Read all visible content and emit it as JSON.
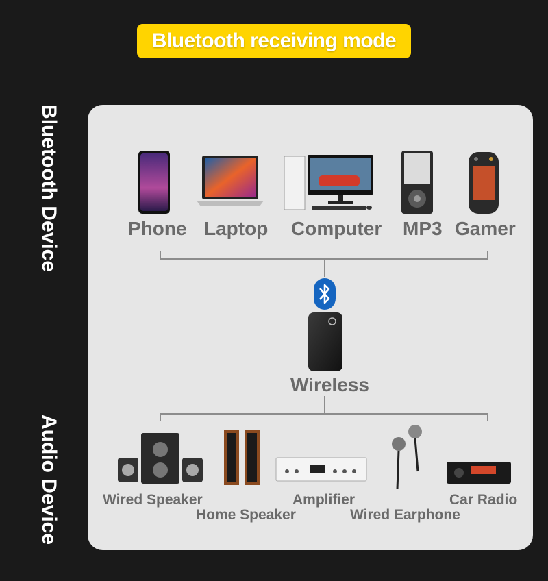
{
  "title": "Bluetooth receiving mode",
  "side_labels": {
    "top": "Bluetooth Device",
    "bottom": "Audio Device"
  },
  "source_devices": [
    {
      "name": "Phone"
    },
    {
      "name": "Laptop"
    },
    {
      "name": "Computer"
    },
    {
      "name": "MP3"
    },
    {
      "name": "Gamer"
    }
  ],
  "hub": {
    "label": "Wireless",
    "icon": "bluetooth-icon"
  },
  "audio_devices": [
    {
      "name": "Wired Speaker"
    },
    {
      "name": "Home Speaker"
    },
    {
      "name": "Amplifier"
    },
    {
      "name": "Wired Earphone"
    },
    {
      "name": "Car Radio"
    }
  ],
  "colors": {
    "title_bg": "#ffd400",
    "panel_bg": "#e6e6e6",
    "label": "#6a6a6a",
    "bluetooth": "#1565c0"
  }
}
